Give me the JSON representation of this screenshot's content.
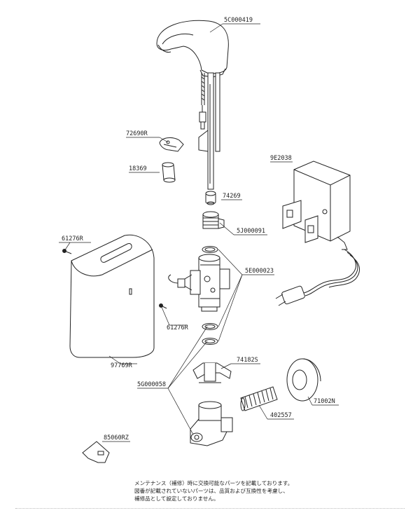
{
  "parts": [
    {
      "id": "5C000419"
    },
    {
      "id": "72690R"
    },
    {
      "id": "18369"
    },
    {
      "id": "74269"
    },
    {
      "id": "5J000091"
    },
    {
      "id": "9E2038"
    },
    {
      "id": "61276R"
    },
    {
      "id": "5E000023"
    },
    {
      "id": "61276R"
    },
    {
      "id": "97769R"
    },
    {
      "id": "74182S"
    },
    {
      "id": "5G000058"
    },
    {
      "id": "71002N"
    },
    {
      "id": "402557"
    },
    {
      "id": "85060RZ"
    }
  ],
  "notes": [
    "メンテナンス（補修）時に交換可能なパーツを記載しております。",
    "図番が記載されていないパーツは、品質および互換性を考慮し、",
    "補修品として設定しておりません。"
  ]
}
